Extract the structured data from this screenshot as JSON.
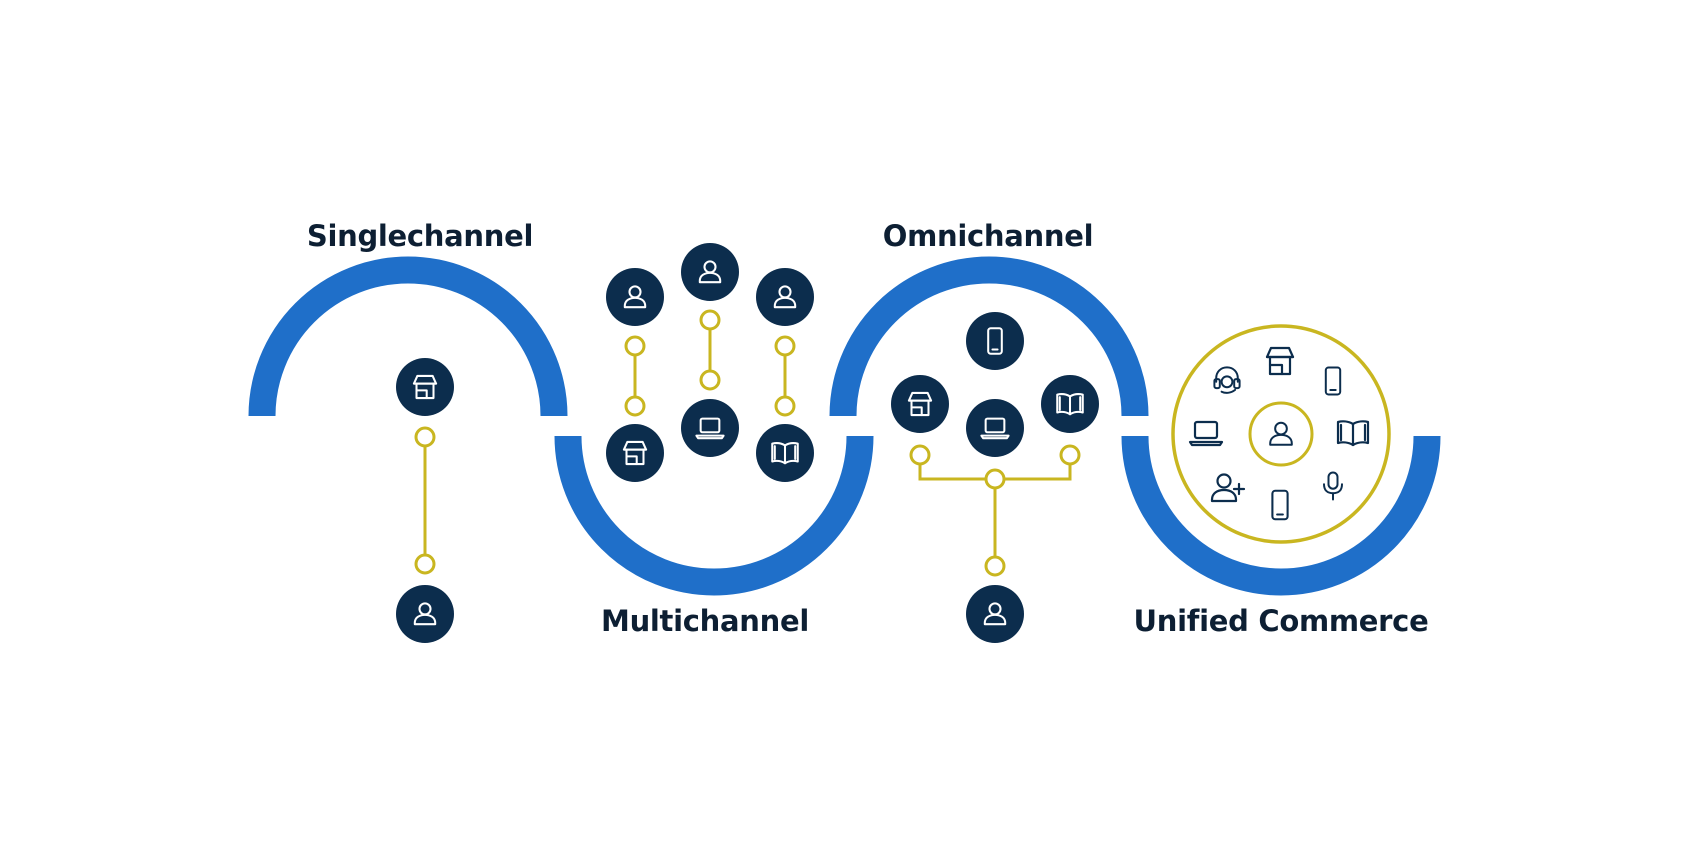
{
  "colors": {
    "wave": "#1f6fc9",
    "node": "#0c2d4d",
    "connector": "#c9b620",
    "label": "#0d1f33"
  },
  "stages": [
    {
      "label": "Singlechannel",
      "channel_icons": [
        "store-icon"
      ],
      "customer_icons": [
        "user-icon"
      ]
    },
    {
      "label": "Multichannel",
      "channel_icons": [
        "store-icon",
        "laptop-icon",
        "book-icon"
      ],
      "customer_icons": [
        "user-icon",
        "user-icon",
        "user-icon"
      ]
    },
    {
      "label": "Omnichannel",
      "channel_icons": [
        "mobile-icon",
        "store-icon",
        "laptop-icon",
        "book-icon"
      ],
      "customer_icons": [
        "user-icon"
      ]
    },
    {
      "label": "Unified Commerce",
      "center_icon": "user-icon",
      "ring_icons": [
        "headset-icon",
        "store-icon",
        "mobile-icon",
        "laptop-icon",
        "book-icon",
        "add-user-icon",
        "mobile-icon",
        "microphone-icon"
      ]
    }
  ]
}
